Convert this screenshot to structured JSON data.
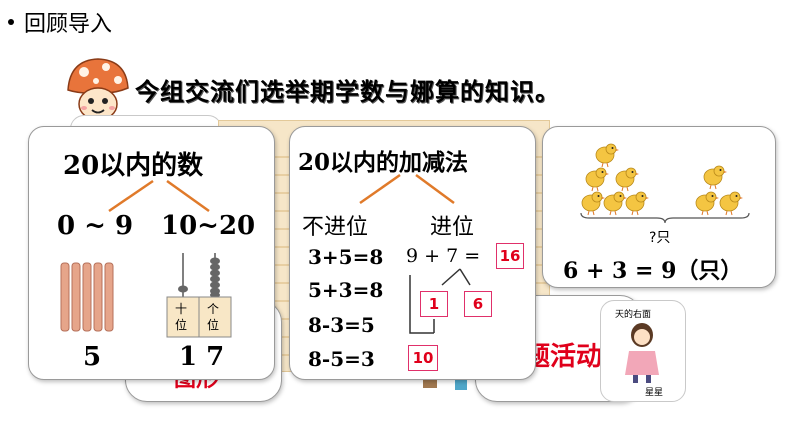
{
  "heading": "回顾导入",
  "prompt": "今组交流们选举期学数与娜算的知识。",
  "behind": {
    "left_label": "图形",
    "right_label": "题活动",
    "story_caption": "天的右面",
    "story_name": "星星"
  },
  "card1": {
    "title": "20以内的数",
    "range_left": "0 ~ 9",
    "range_right": "10~20",
    "place_tens": "十\n位",
    "place_ones": "个\n位",
    "count_left": "5",
    "count_right": "1 7"
  },
  "card2": {
    "title": "20以内的加减法",
    "no_carry": "不进位",
    "carry": "进位",
    "equations": [
      "3+5=8",
      "5+3=8",
      "8-3=5",
      "8-5=3"
    ],
    "carry_expr": "9 + 7 =",
    "carry_result": "16",
    "split_a": "1",
    "split_b": "6",
    "ten": "10"
  },
  "card3": {
    "question": "?只",
    "equation": "6 + 3 = 9（只）"
  },
  "colors": {
    "red": "#e0001b",
    "pink_border": "#e0306a",
    "chick": "#f4c542"
  },
  "icons": [
    "mushroom-mascot-icon",
    "counting-sticks-icon",
    "abacus-icon",
    "chick-icon",
    "brace-icon"
  ]
}
